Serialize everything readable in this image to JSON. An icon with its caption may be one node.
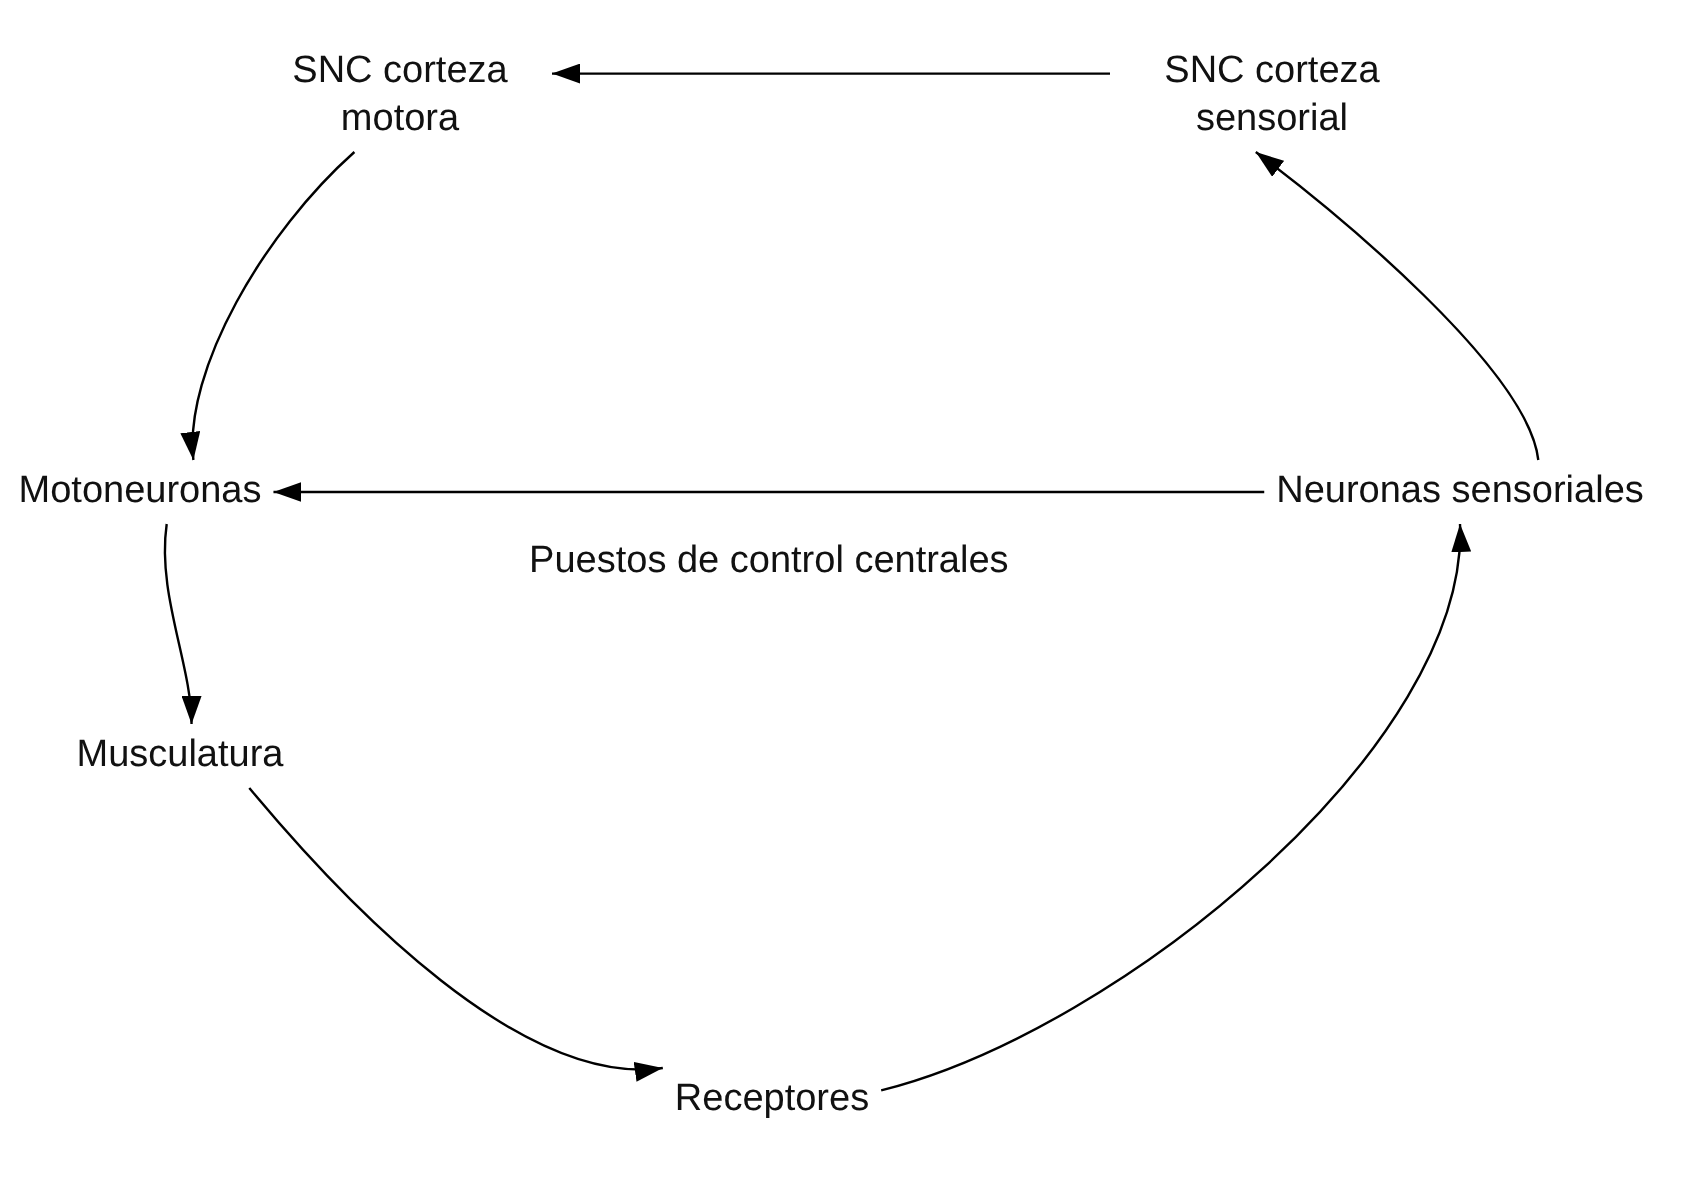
{
  "diagram": {
    "nodes": [
      {
        "text": [
          "SNC corteza motora"
        ]
      },
      {
        "text": [
          "SNC corteza sensorial"
        ]
      },
      {
        "text": [
          "Motoneuronas"
        ]
      },
      {
        "text": [
          "Neuronas sensoriales"
        ]
      },
      {
        "text": [
          "Musculatura"
        ]
      },
      {
        "text": [
          "Receptores"
        ]
      }
    ],
    "edges": [
      {
        "from": 1,
        "to": 0,
        "arrow": "to"
      },
      {
        "from": 3,
        "to": 2,
        "arrow": "to",
        "label": "Puestos de control centrales"
      },
      {
        "from": 0,
        "to": 2,
        "arrow": "to"
      },
      {
        "from": 3,
        "to": 1,
        "arrow": "to"
      },
      {
        "from": 2,
        "to": 4,
        "arrow": "to"
      },
      {
        "from": 4,
        "to": 5,
        "arrow": "to"
      },
      {
        "from": 5,
        "to": 3,
        "arrow": "to"
      }
    ]
  }
}
